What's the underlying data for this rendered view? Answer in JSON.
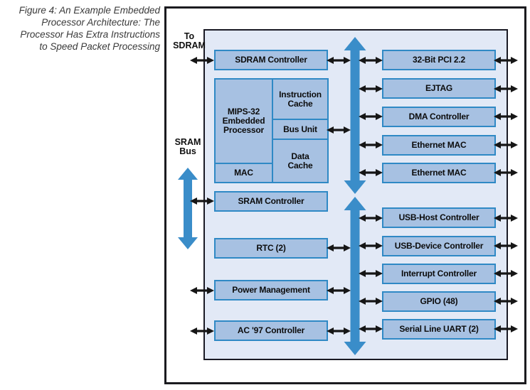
{
  "caption": "Figure 4: An Example Embedded\nProcessor Architecture: The\nProcessor Has Extra Instructions\nto Speed Packet Processing",
  "labels": {
    "to_sdram": "To\nSDRAM",
    "sram_bus": "SRAM\nBus"
  },
  "colors": {
    "inner_panel_fill": "#e2e9f6",
    "block_fill": "#a7c1e2",
    "block_border": "#2f89c5",
    "bus_arrow_blue": "#3a8dc9",
    "connector_black": "#161616",
    "box_border_black": "#1b1b1f"
  },
  "blocks": {
    "sdram_controller": "SDRAM Controller",
    "mips": {
      "processor": "MIPS-32\nEmbedded\nProcessor",
      "mac": "MAC",
      "instruction_cache": "Instruction\nCache",
      "bus_unit": "Bus Unit",
      "data_cache": "Data\nCache"
    },
    "sram_controller": "SRAM Controller",
    "rtc": "RTC (2)",
    "power_management": "Power Management",
    "ac97_controller": "AC '97 Controller",
    "right_column": [
      "32-Bit PCI 2.2",
      "EJTAG",
      "DMA Controller",
      "Ethernet MAC",
      "Ethernet MAC",
      "USB-Host Controller",
      "USB-Device Controller",
      "Interrupt Controller",
      "GPIO (48)",
      "Serial Line UART (2)"
    ]
  }
}
